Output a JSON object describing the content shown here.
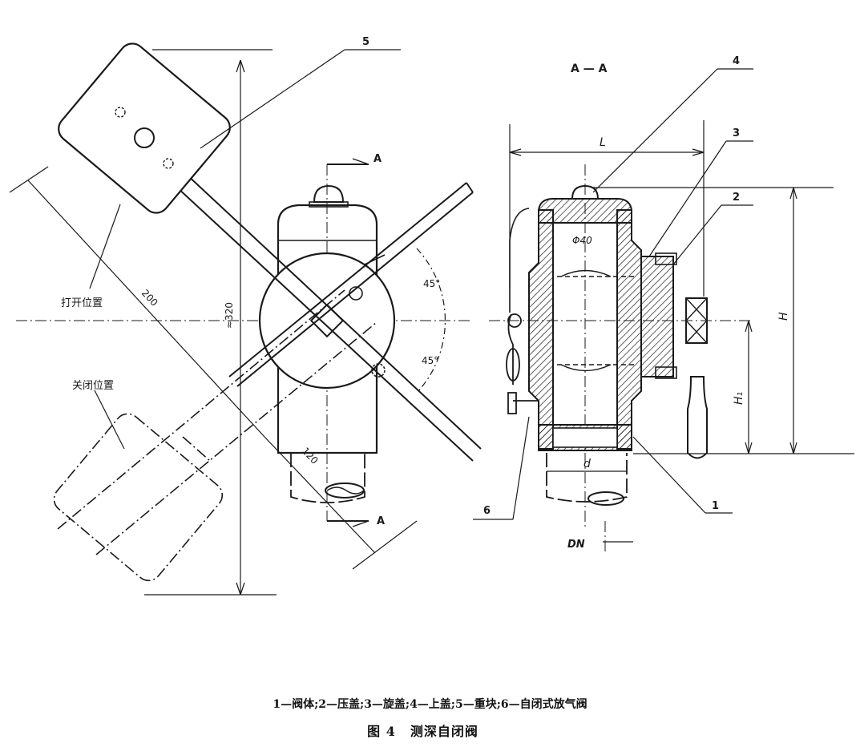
{
  "diagram": {
    "labels": {
      "part_5": "5",
      "part_4": "4",
      "part_3": "3",
      "part_2": "2",
      "part_1": "1",
      "part_6": "6",
      "section_mark_top": "A",
      "section_mark_bottom": "A",
      "section_title": "A — A",
      "open_position": "打开位置",
      "closed_position": "关闭位置",
      "dim_200": "200",
      "dim_320": "≈320",
      "dim_120": "120",
      "angle_upper": "45°",
      "angle_lower": "45°",
      "dim_L": "L",
      "dim_phi40": "Φ40",
      "dim_H": "H",
      "dim_H1": "H₁",
      "dim_d": "d",
      "dim_DN": "DN"
    }
  },
  "caption": {
    "legend": "1—阀体;2—压盖;3—旋盖;4—上盖;5—重块;6—自闭式放气阀",
    "figure_number": "图 4",
    "figure_title": "测深自闭阀"
  },
  "colors": {
    "line": "#1a1a1a",
    "background": "#ffffff"
  }
}
